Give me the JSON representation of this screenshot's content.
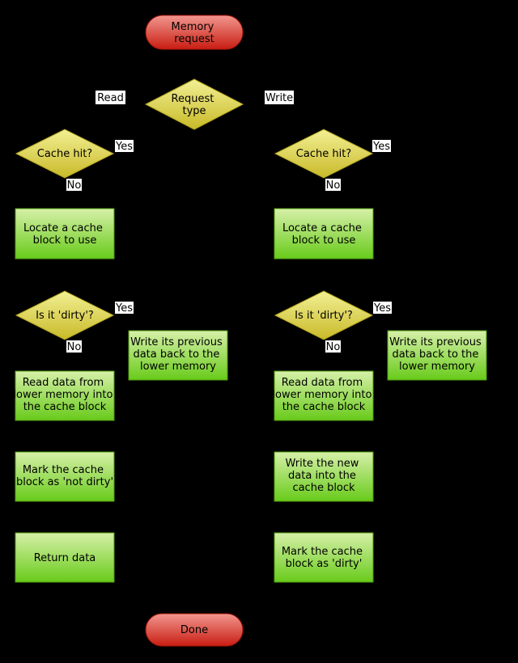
{
  "colors": {
    "background": "#000000",
    "terminal_fill_top": "#f1978f",
    "terminal_fill_bottom": "#c91d12",
    "terminal_border": "#a21508",
    "decision_fill_top": "#f2f094",
    "decision_fill_bottom": "#c9ba29",
    "decision_border": "#b2a41e",
    "process_fill_top": "#d6f0a8",
    "process_fill_bottom": "#68cb1a",
    "process_border": "#4f9a12",
    "edge": "#000000",
    "label_bg": "#ffffff",
    "text": "#000000"
  },
  "nodes": {
    "start": {
      "lines": [
        "Memory",
        "request"
      ]
    },
    "request_type": {
      "lines": [
        "Request",
        "type"
      ]
    },
    "cache_hit_read": {
      "label": "Cache hit?"
    },
    "cache_hit_write": {
      "label": "Cache hit?"
    },
    "locate_block_read": {
      "lines": [
        "Locate a cache",
        "block to use"
      ]
    },
    "locate_block_write": {
      "lines": [
        "Locate a cache",
        "block to use"
      ]
    },
    "is_dirty_read": {
      "label": "Is it 'dirty'?"
    },
    "is_dirty_write": {
      "label": "Is it 'dirty'?"
    },
    "write_back_read": {
      "lines": [
        "Write its previous",
        "data back to the",
        "lower memory"
      ]
    },
    "write_back_write": {
      "lines": [
        "Write its previous",
        "data back to the",
        "lower memory"
      ]
    },
    "read_lower_read": {
      "lines": [
        "Read data from",
        "lower memory into",
        "the cache block"
      ]
    },
    "read_lower_write": {
      "lines": [
        "Read data from",
        "lower memory into",
        "the cache block"
      ]
    },
    "mark_not_dirty": {
      "lines": [
        "Mark the cache",
        "block as 'not dirty'"
      ]
    },
    "return_data": {
      "label": "Return data"
    },
    "write_new_data": {
      "lines": [
        "Write the new",
        "data into the",
        "cache block"
      ]
    },
    "mark_dirty": {
      "lines": [
        "Mark the cache",
        "block as 'dirty'"
      ]
    },
    "done": {
      "label": "Done"
    }
  },
  "edge_labels": {
    "read": "Read",
    "write": "Write",
    "cache_hit_read_yes": "Yes",
    "cache_hit_read_no": "No",
    "cache_hit_write_yes": "Yes",
    "cache_hit_write_no": "No",
    "is_dirty_read_yes": "Yes",
    "is_dirty_read_no": "No",
    "is_dirty_write_yes": "Yes",
    "is_dirty_write_no": "No"
  }
}
